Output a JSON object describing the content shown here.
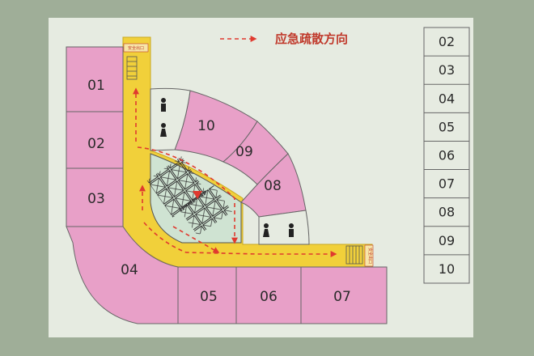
{
  "legend": {
    "label": "应急疏散方向",
    "color": "#e03a2f"
  },
  "exit_signs": {
    "top": "安全出口",
    "right": "安全出口"
  },
  "colors": {
    "unit": "#e8a0c8",
    "corridor": "#f1d03a",
    "arrow": "#e03a2f",
    "board": "#e6ebe1"
  },
  "units": [
    {
      "id": "01",
      "label": "01"
    },
    {
      "id": "02",
      "label": "02"
    },
    {
      "id": "03",
      "label": "03"
    },
    {
      "id": "04",
      "label": "04"
    },
    {
      "id": "05",
      "label": "05"
    },
    {
      "id": "06",
      "label": "06"
    },
    {
      "id": "07",
      "label": "07"
    },
    {
      "id": "08",
      "label": "08"
    },
    {
      "id": "09",
      "label": "09"
    },
    {
      "id": "10",
      "label": "10"
    }
  ],
  "index_list": [
    "02",
    "03",
    "04",
    "05",
    "06",
    "07",
    "08",
    "09",
    "10"
  ],
  "facilities": [
    {
      "name": "restroom-male-icon"
    },
    {
      "name": "restroom-female-icon"
    },
    {
      "name": "elevator-icon"
    },
    {
      "name": "stair-icon"
    }
  ]
}
